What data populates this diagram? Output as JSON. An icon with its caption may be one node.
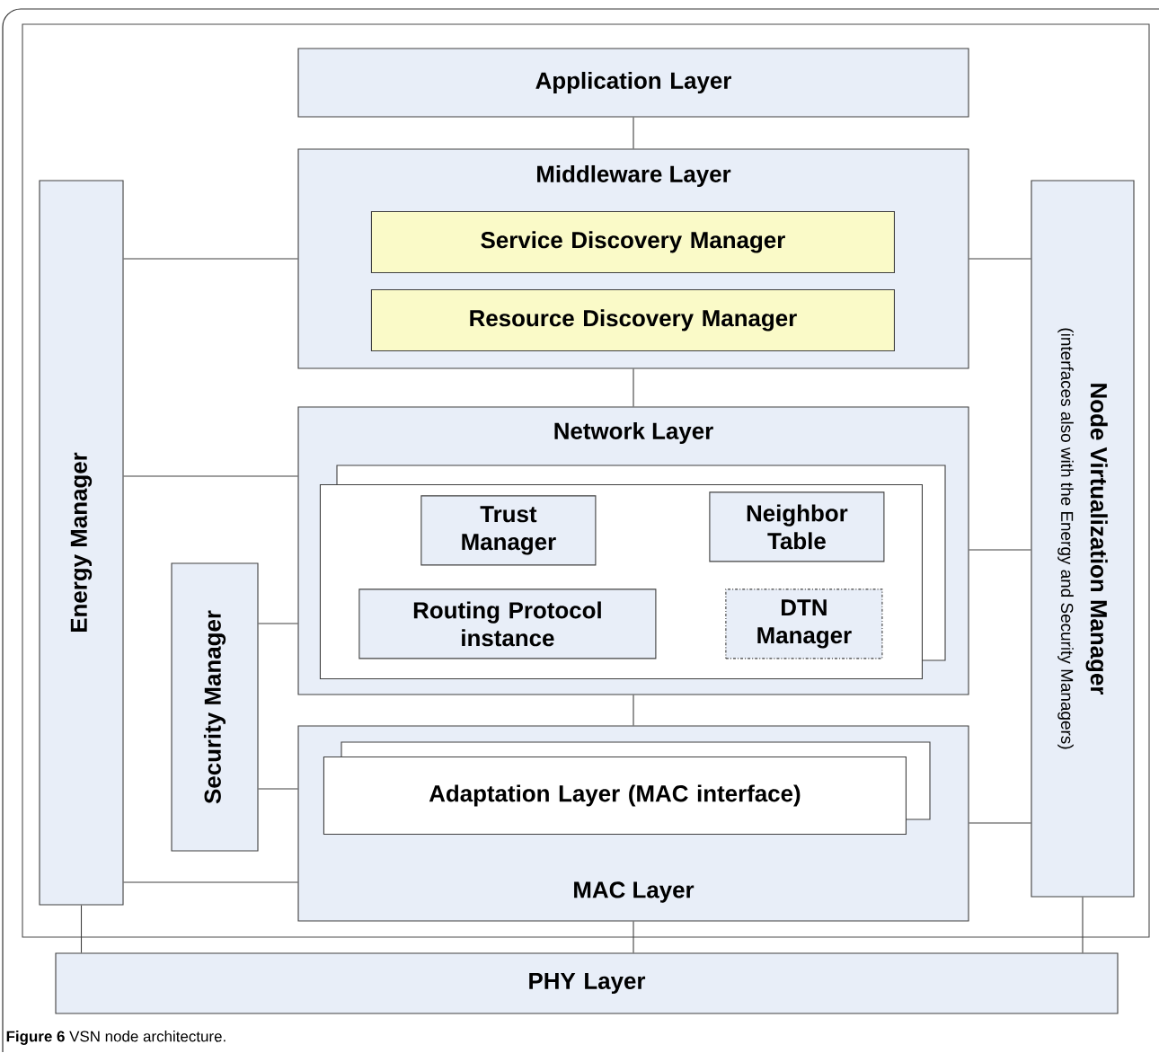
{
  "diagram": {
    "caption": "**Figure 6** VSN node architecture.",
    "nodes": [
      {
        "text": [
          "Application Layer"
        ]
      },
      {
        "text": [
          "Middleware Layer"
        ]
      },
      {
        "text": [
          "Service Discovery Manager"
        ],
        "in": 1
      },
      {
        "text": [
          "Resource Discovery Manager"
        ],
        "in": 1
      },
      {
        "text": [
          "Energy Manager"
        ]
      },
      {
        "text": [
          "Node Virtualization Manager",
          "(interfaces also with the Energy and Security Managers)"
        ]
      },
      {
        "text": [
          "Network Layer"
        ]
      },
      {
        "text": [],
        "shape": "box",
        "in": 6
      },
      {
        "text": [
          "Trust Manager"
        ],
        "in": 7
      },
      {
        "text": [
          "Neighbor Table"
        ],
        "in": 7
      },
      {
        "text": [
          "Routing Protocol instance"
        ],
        "in": 7
      },
      {
        "text": [
          "DTN Manager"
        ],
        "in": 7
      },
      {
        "text": [
          "Security Manager"
        ]
      },
      {
        "text": [
          "MAC Layer"
        ]
      },
      {
        "text": [
          "Adaptation Layer (MAC interface)"
        ],
        "in": 13
      },
      {
        "text": [
          "PHY Layer"
        ]
      }
    ],
    "edges": [
      {
        "from": 0,
        "to": 1,
        "arrow": "none"
      },
      {
        "from": 1,
        "to": 6,
        "arrow": "none"
      },
      {
        "from": 6,
        "to": 13,
        "arrow": "none"
      },
      {
        "from": 4,
        "to": 1,
        "arrow": "none"
      },
      {
        "from": 4,
        "to": 6,
        "arrow": "none"
      },
      {
        "from": 4,
        "to": 13,
        "arrow": "none"
      },
      {
        "from": 12,
        "to": 6,
        "arrow": "none"
      },
      {
        "from": 12,
        "to": 13,
        "arrow": "none"
      },
      {
        "from": 1,
        "to": 5,
        "arrow": "none"
      },
      {
        "from": 6,
        "to": 5,
        "arrow": "none"
      },
      {
        "from": 13,
        "to": 5,
        "arrow": "none"
      },
      {
        "from": 4,
        "to": 15,
        "arrow": "none"
      },
      {
        "from": 13,
        "to": 15,
        "arrow": "none"
      },
      {
        "from": 5,
        "to": 15,
        "arrow": "none"
      }
    ]
  }
}
